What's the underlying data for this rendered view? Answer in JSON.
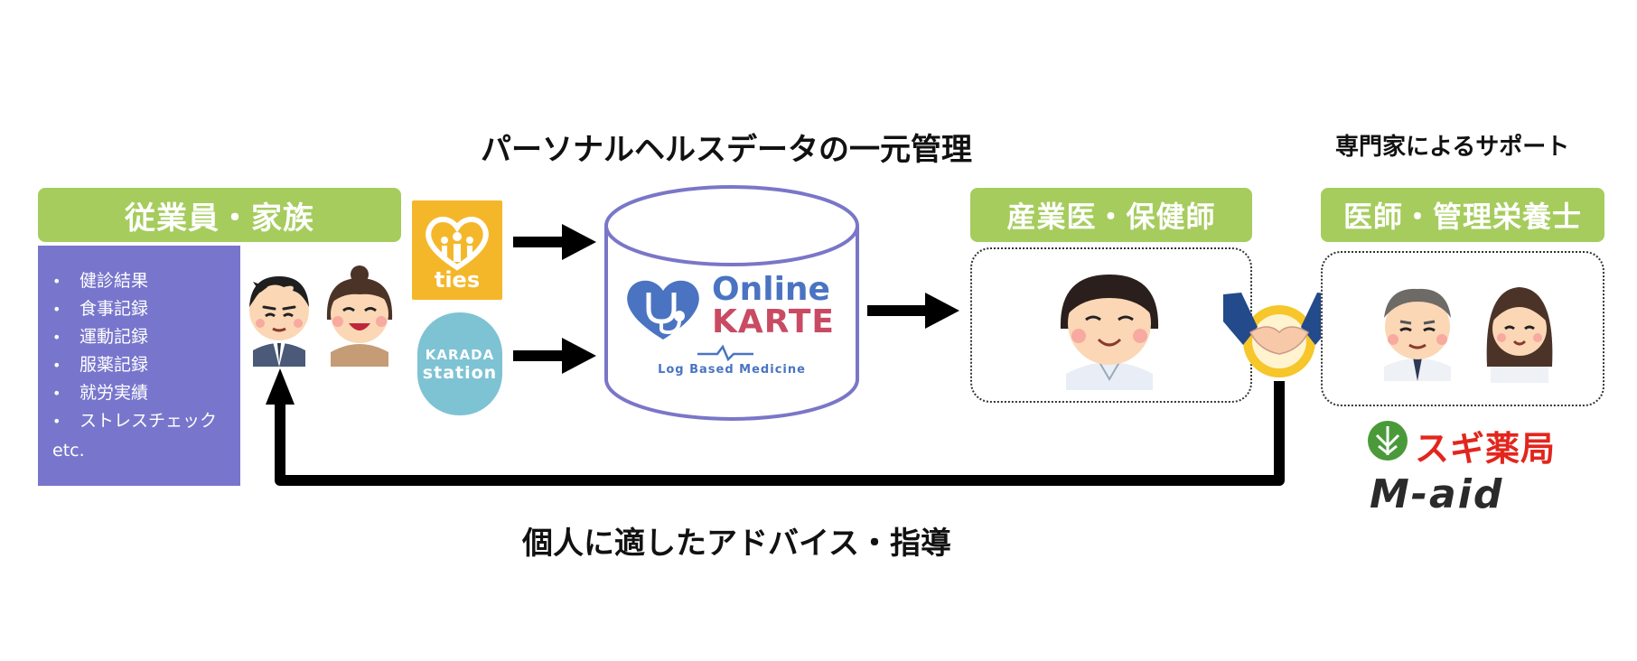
{
  "title_data": "パーソナルヘルスデータの一元管理",
  "title_support": "専門家によるサポート",
  "employees_label": "従業員・家族",
  "records": [
    "健診結果",
    "食事記録",
    "運動記録",
    "服薬記録",
    "就労実績",
    "ストレスチェック"
  ],
  "records_etc": "etc.",
  "apps": {
    "ties": "ties",
    "karada_line1": "KARADA",
    "karada_line2": "station"
  },
  "karte": {
    "word1": "Online",
    "word2": "KARTE",
    "tagline": "Log Based Medicine"
  },
  "occupational_label": "産業医・保健師",
  "doctors_label": "医師・管理栄養士",
  "partners": {
    "sugi": "スギ薬局",
    "maid": "M-aid"
  },
  "advice_label": "個人に適したアドバイス・指導",
  "colors": {
    "green": "#a6cc5e",
    "purple": "#7876cc",
    "ties_yellow": "#f5b72a",
    "karada_teal": "#7ec3d3",
    "karte_blue": "#4a74c2",
    "karte_red": "#c94b63",
    "sugi_red": "#e2261d",
    "sugi_green": "#4a9a3a"
  }
}
